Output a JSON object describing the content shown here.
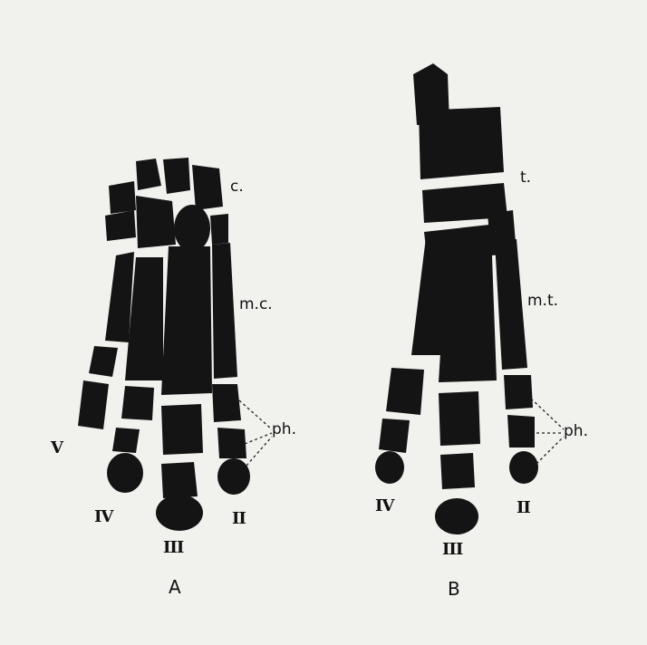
{
  "figure": {
    "panel_a": {
      "letter": "A",
      "labels": {
        "carpals": "c.",
        "metacarpals": "m.c.",
        "phalanges": "ph."
      },
      "digits": [
        "V",
        "IV",
        "III",
        "II"
      ]
    },
    "panel_b": {
      "letter": "B",
      "labels": {
        "tarsals": "t.",
        "metatarsals": "m.t.",
        "phalanges": "ph."
      },
      "digits": [
        "IV",
        "III",
        "II"
      ]
    },
    "colors": {
      "paper": "#f1f1ee",
      "bone": "#141414",
      "joint": "#f1f1ee"
    }
  }
}
